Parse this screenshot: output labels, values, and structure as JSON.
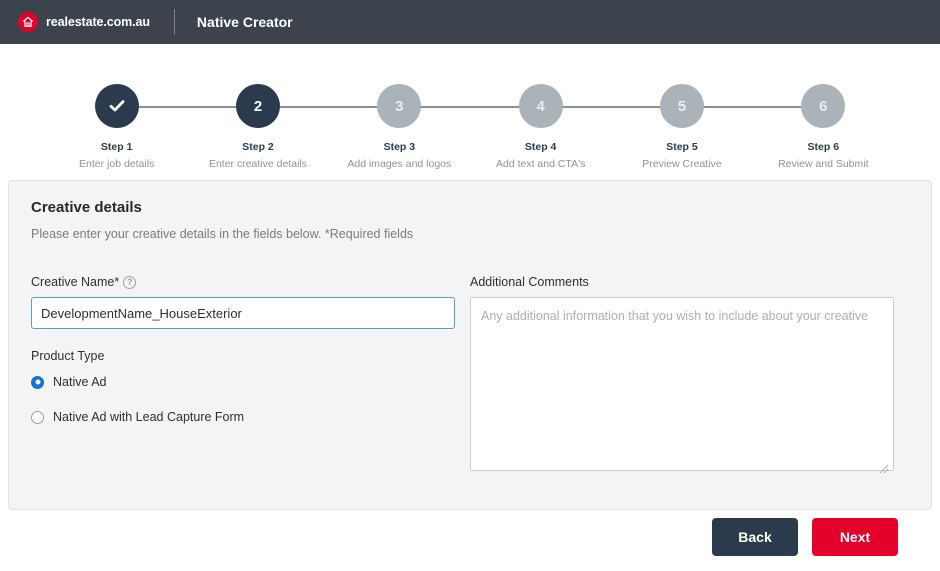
{
  "header": {
    "brand_name": "realestate.com.au",
    "logo_icon": "house-icon",
    "app_title": "Native Creator"
  },
  "stepper": {
    "steps": [
      {
        "number": "1",
        "label": "Step 1",
        "desc": "Enter job details",
        "state": "done",
        "icon": "check-icon"
      },
      {
        "number": "2",
        "label": "Step 2",
        "desc": "Enter creative details",
        "state": "active"
      },
      {
        "number": "3",
        "label": "Step 3",
        "desc": "Add images and logos",
        "state": "todo"
      },
      {
        "number": "4",
        "label": "Step 4",
        "desc": "Add text and CTA's",
        "state": "todo"
      },
      {
        "number": "5",
        "label": "Step 5",
        "desc": "Preview Creative",
        "state": "todo"
      },
      {
        "number": "6",
        "label": "Step 6",
        "desc": "Review and Submit",
        "state": "todo"
      }
    ]
  },
  "panel": {
    "title": "Creative details",
    "subtitle": "Please enter your creative details in the fields below. *Required fields",
    "creative_name": {
      "label": "Creative Name*",
      "help_icon": "question-mark-icon",
      "value": "DevelopmentName_HouseExterior",
      "placeholder": ""
    },
    "product_type": {
      "label": "Product Type",
      "options": [
        {
          "label": "Native Ad",
          "selected": true
        },
        {
          "label": "Native Ad with Lead Capture Form",
          "selected": false
        }
      ]
    },
    "additional_comments": {
      "label": "Additional Comments",
      "value": "",
      "placeholder": "Any additional information that you wish to include about your creative"
    }
  },
  "footer": {
    "back_label": "Back",
    "next_label": "Next"
  },
  "colors": {
    "header_bg": "#3c434c",
    "brand_red": "#e4002b",
    "navy": "#2b3a4d",
    "step_gray": "#aab2ba",
    "panel_bg": "#f4f4f4",
    "focus_blue": "#5b9bd5",
    "radio_blue": "#1275d6"
  }
}
